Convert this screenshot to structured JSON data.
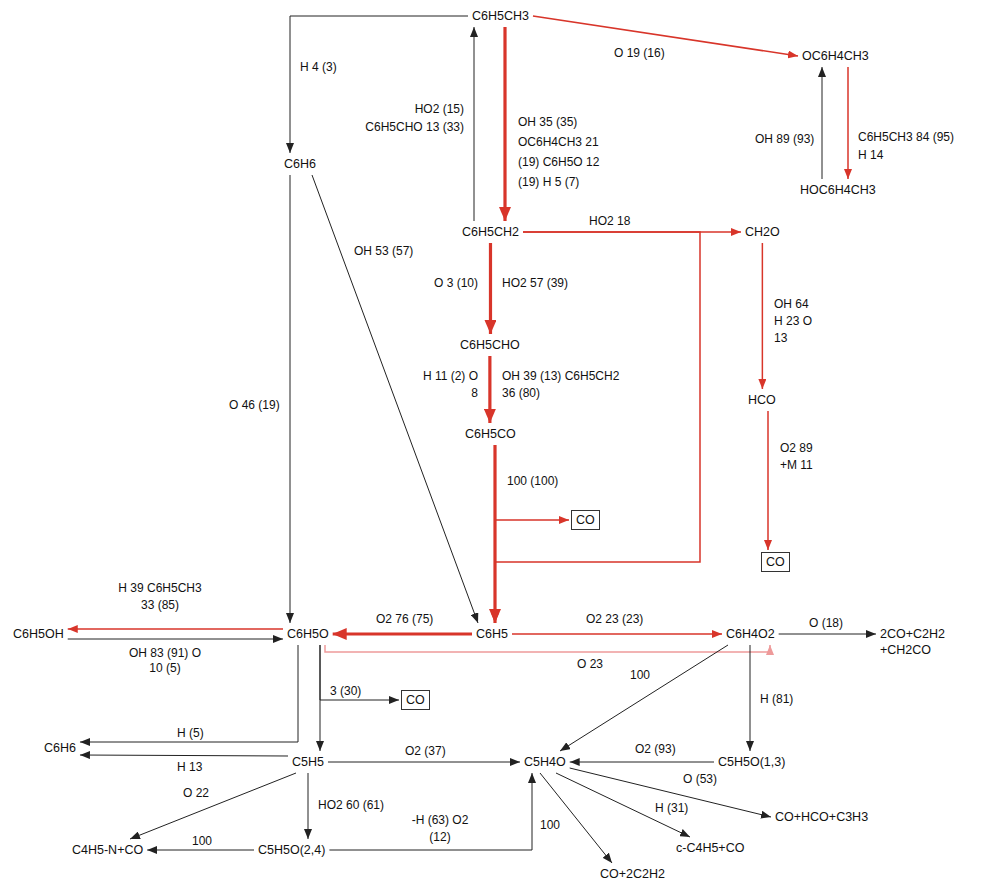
{
  "diagram": {
    "nodes": [
      {
        "text": [
          "C6H5CH3"
        ]
      },
      {
        "text": [
          "OC6H4CH3"
        ]
      },
      {
        "text": [
          "C6H6"
        ]
      },
      {
        "text": [
          "HOC6H4CH3"
        ]
      },
      {
        "text": [
          "C6H5CH2"
        ]
      },
      {
        "text": [
          "CH2O"
        ]
      },
      {
        "text": [
          "C6H5CHO"
        ]
      },
      {
        "text": [
          "HCO"
        ]
      },
      {
        "text": [
          "C6H5CO"
        ]
      },
      {
        "text": [
          "CO"
        ]
      },
      {
        "text": [
          "CO"
        ]
      },
      {
        "text": [
          "C6H5OH"
        ]
      },
      {
        "text": [
          "C6H5O"
        ]
      },
      {
        "text": [
          "C6H5"
        ]
      },
      {
        "text": [
          "C6H4O2"
        ]
      },
      {
        "text": [
          "CO"
        ]
      },
      {
        "text": [
          "C6H6"
        ]
      },
      {
        "text": [
          "C5H5"
        ]
      },
      {
        "text": [
          "C5H4O"
        ]
      },
      {
        "text": [
          "C5H5O(1,3)"
        ]
      },
      {
        "text": [
          "C5H5O(2,4)"
        ]
      },
      {
        "text": [
          "C4H5-N+CO"
        ]
      },
      {
        "text": [
          "2CO+C2H2 +CH2CO"
        ]
      },
      {
        "text": [
          "CO+HCO+C3H3"
        ]
      },
      {
        "text": [
          "c-C4H5+CO"
        ]
      },
      {
        "text": [
          "CO+2C2H2"
        ]
      }
    ],
    "edges": [
      {
        "from": 0,
        "to": 1,
        "arrow": "to",
        "label": "O 19 (16)"
      },
      {
        "from": 0,
        "to": 2,
        "arrow": "to",
        "label": "H 4 (3)"
      },
      {
        "from": 0,
        "to": 4,
        "arrow": "to",
        "label": "OH 35 (35) OC6H4CH3 21 (19) C6H5O 12 (19) H 5 (7)"
      },
      {
        "from": 4,
        "to": 0,
        "arrow": "to",
        "label": "HO2 (15) C6H5CHO 13 (33)"
      },
      {
        "from": 1,
        "to": 3,
        "arrow": "to",
        "label": "C6H5CH3 84 (95) H 14"
      },
      {
        "from": 3,
        "to": 1,
        "arrow": "to",
        "label": "OH 89 (93)"
      },
      {
        "from": 2,
        "to": 12,
        "arrow": "to",
        "label": "O 46 (19)"
      },
      {
        "from": 2,
        "to": 13,
        "arrow": "to",
        "label": "OH 53 (57)"
      },
      {
        "from": 4,
        "to": 5,
        "arrow": "to",
        "label": "HO2 18"
      },
      {
        "from": 4,
        "to": 13,
        "arrow": "to"
      },
      {
        "from": 4,
        "to": 6,
        "arrow": "to",
        "label": "HO2 57 (39)"
      },
      {
        "from": 5,
        "to": 7,
        "arrow": "to",
        "label": "OH 64 H 23 O 13"
      },
      {
        "from": 7,
        "to": 10,
        "arrow": "to",
        "label": "O2 89 +M 11"
      },
      {
        "from": 6,
        "to": 8,
        "arrow": "to",
        "label": "OH 39 (13) C6H5CH2 36 (80)"
      },
      {
        "from": 8,
        "to": 9,
        "arrow": "to",
        "label": "100 (100)"
      },
      {
        "from": 8,
        "to": 13,
        "arrow": "to"
      },
      {
        "from": 13,
        "to": 12,
        "arrow": "to",
        "label": "O2 76 (75)"
      },
      {
        "from": 12,
        "to": 14,
        "arrow": "to",
        "label": "O 23"
      },
      {
        "from": 13,
        "to": 14,
        "arrow": "to",
        "label": "O2 23 (23)"
      },
      {
        "from": 14,
        "to": 22,
        "arrow": "to",
        "label": "O (18)"
      },
      {
        "from": 14,
        "to": 18,
        "arrow": "to",
        "label": "100"
      },
      {
        "from": 14,
        "to": 19,
        "arrow": "to",
        "label": "H (81)"
      },
      {
        "from": 19,
        "to": 18,
        "arrow": "to",
        "label": "O2 (93)"
      },
      {
        "from": 12,
        "to": 11,
        "arrow": "to",
        "label": "H 39 C6H5CH3 33 (85)"
      },
      {
        "from": 11,
        "to": 12,
        "arrow": "to",
        "label": "OH 83 (91) O 10 (5)"
      },
      {
        "from": 12,
        "to": 15,
        "arrow": "to",
        "label": "3 (30)"
      },
      {
        "from": 12,
        "to": 17,
        "arrow": "to"
      },
      {
        "from": 12,
        "to": 16,
        "arrow": "to",
        "label": "H (5)"
      },
      {
        "from": 17,
        "to": 16,
        "arrow": "to",
        "label": "H 13"
      },
      {
        "from": 17,
        "to": 18,
        "arrow": "to",
        "label": "O2 (37)"
      },
      {
        "from": 17,
        "to": 21,
        "arrow": "to",
        "label": "O 22"
      },
      {
        "from": 17,
        "to": 20,
        "arrow": "to",
        "label": "HO2 60 (61)"
      },
      {
        "from": 20,
        "to": 21,
        "arrow": "to",
        "label": "100"
      },
      {
        "from": 20,
        "to": 18,
        "arrow": "to",
        "label": "-H (63) O2 (12)"
      },
      {
        "from": 18,
        "to": 23,
        "arrow": "to",
        "label": "O (53)"
      },
      {
        "from": 18,
        "to": 24,
        "arrow": "to",
        "label": "H (31)"
      },
      {
        "from": 18,
        "to": 25,
        "arrow": "to",
        "label": "100"
      }
    ],
    "labels": [
      "O 3 (10)",
      "H 11 (2) O 8"
    ]
  }
}
